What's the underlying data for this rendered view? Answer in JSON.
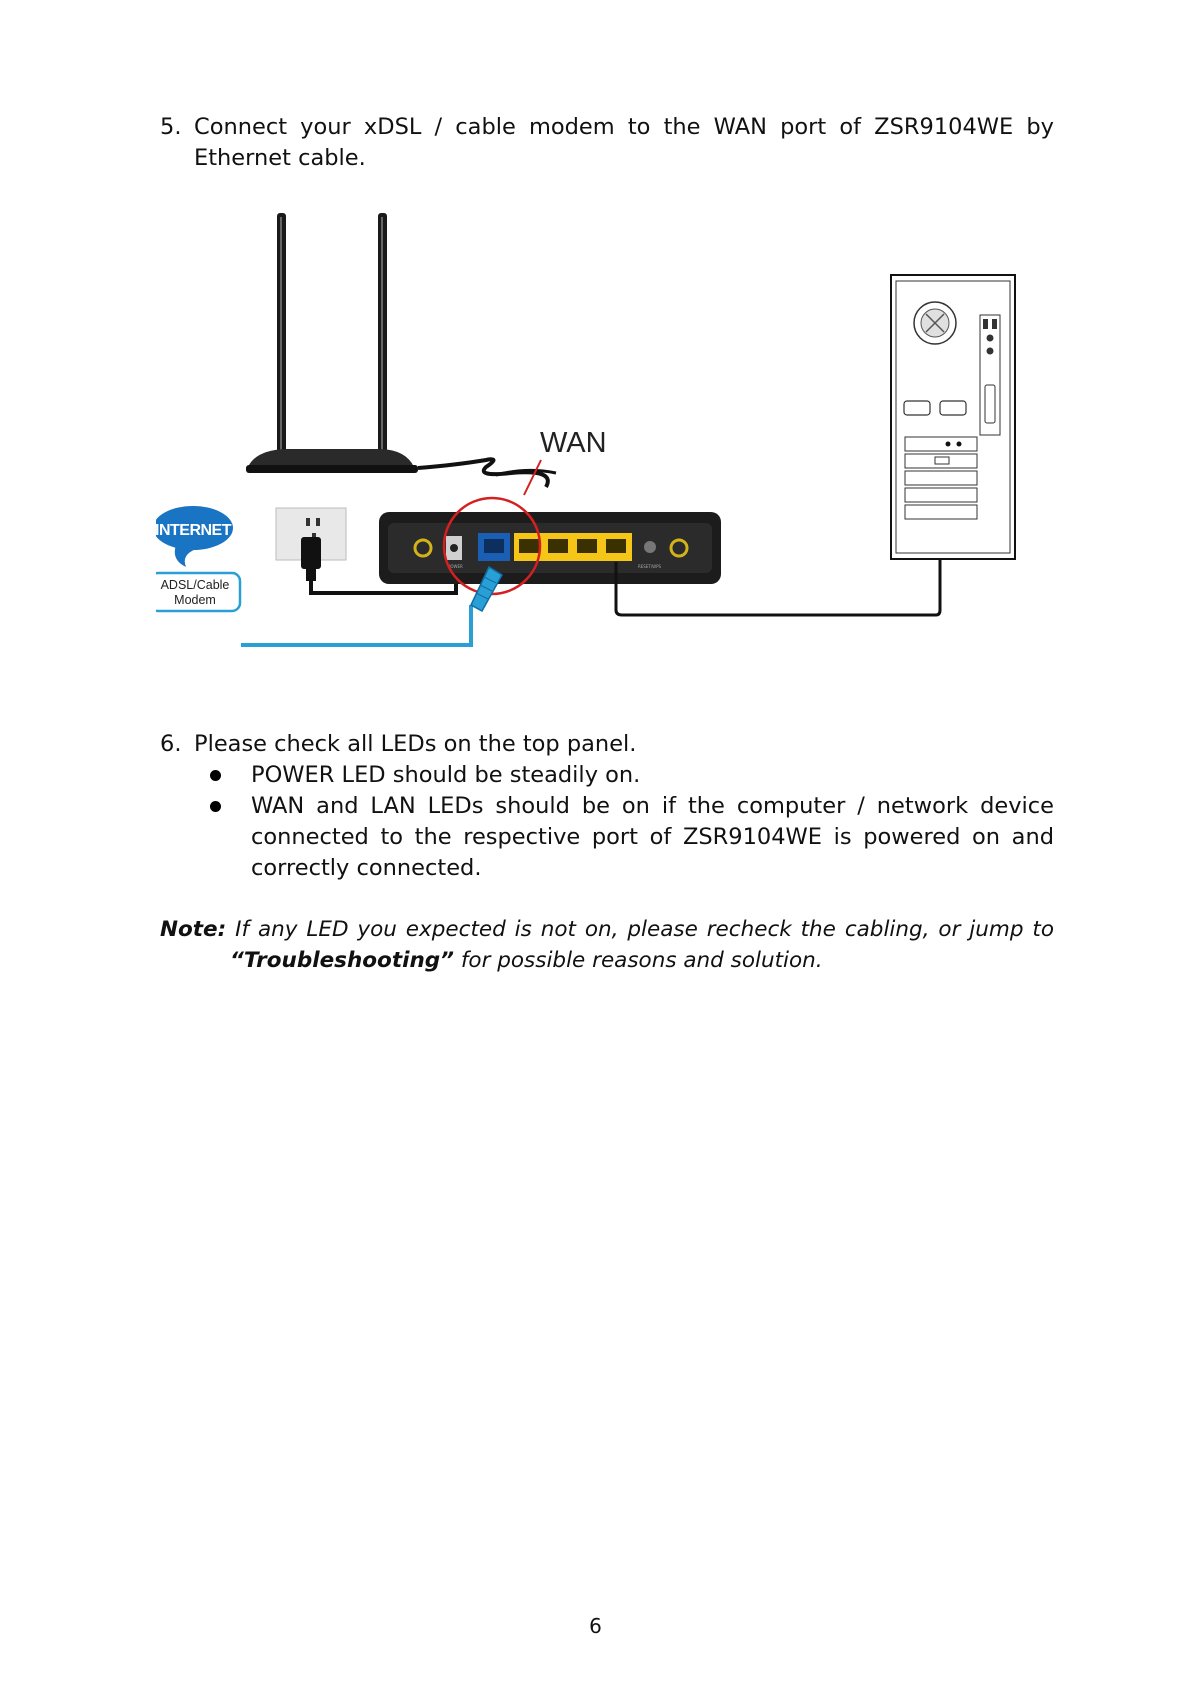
{
  "step5": {
    "number": "5.",
    "text": "Connect your xDSL / cable modem to the WAN port of ZSR9104WE by Ethernet cable."
  },
  "figure": {
    "wan_label": "WAN",
    "internet_label": "INTERNET",
    "modem_label_line1": "ADSL/Cable",
    "modem_label_line2": "Modem",
    "router_port_labels": [
      "POWER",
      "RESET/WPS"
    ],
    "colors": {
      "lan_ports": "#f5c518",
      "wan_port": "#1a5fb4",
      "cable_blue": "#2a9fd6",
      "highlight_circle": "#d42020",
      "internet_bubble": "#1a74c4"
    }
  },
  "step6": {
    "number": "6.",
    "text": "Please check all LEDs on the top panel.",
    "bullets": [
      "POWER LED should be steadily on.",
      "WAN and LAN LEDs should be on if the computer / network device connected to the respective port of ZSR9104WE is powered on and correctly connected."
    ]
  },
  "note": {
    "label": "Note:",
    "text_before": " If any LED you expected is not on, please recheck the cabling, or jump to",
    "troubleshooting": "“Troubleshooting”",
    "text_after": " for possible reasons and solution."
  },
  "page_number": "6"
}
